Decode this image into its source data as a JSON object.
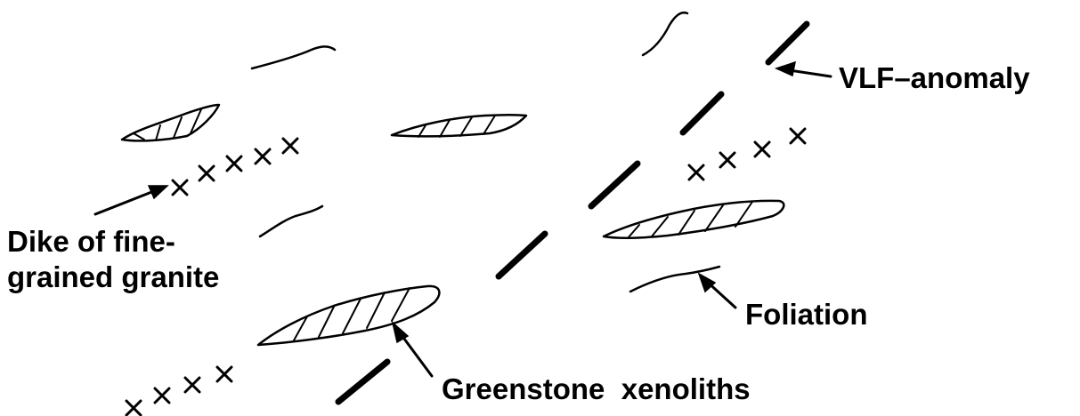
{
  "labels": {
    "vlf_anomaly": "VLF–anomaly",
    "dike_line1": "Dike of fine-",
    "dike_line2": "grained granite",
    "foliation": "Foliation",
    "greenstone_xenoliths": "Greenstone  xenoliths"
  },
  "colors": {
    "ink": "#000000",
    "background": "#ffffff"
  }
}
